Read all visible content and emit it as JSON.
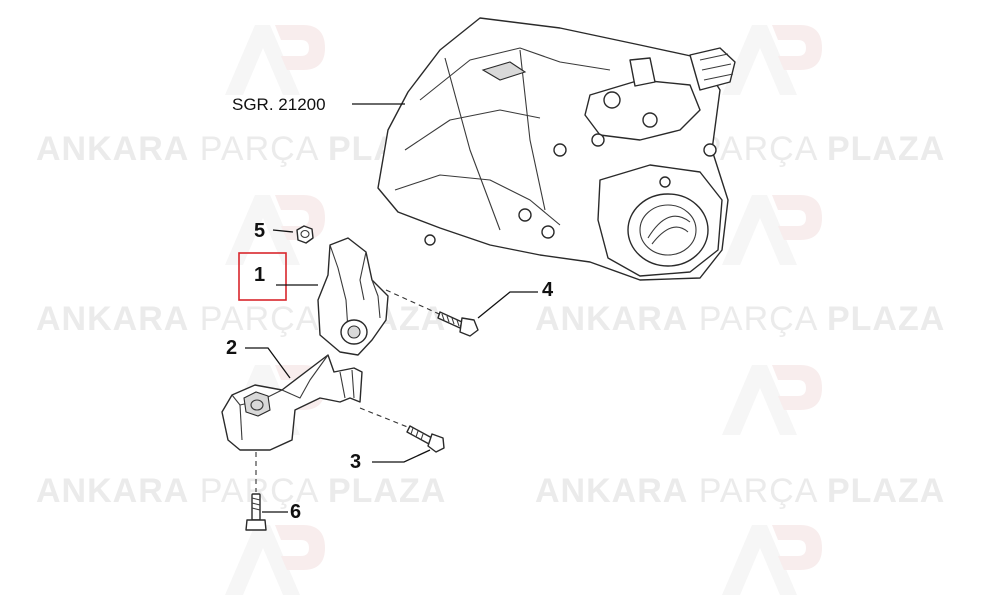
{
  "watermark": {
    "brand_bold_1": "ANKARA",
    "brand_light": "PARÇA",
    "brand_bold_2": "PLAZA",
    "logo_letters": "AP",
    "color": "#e6e6e6",
    "logo_accent": "#f2dede"
  },
  "reference": {
    "label": "SGR. 21200"
  },
  "callouts": {
    "part_1": "1",
    "part_2": "2",
    "part_3": "3",
    "part_4": "4",
    "part_5": "5",
    "part_6": "6"
  },
  "highlight": {
    "color": "#d9262c"
  }
}
